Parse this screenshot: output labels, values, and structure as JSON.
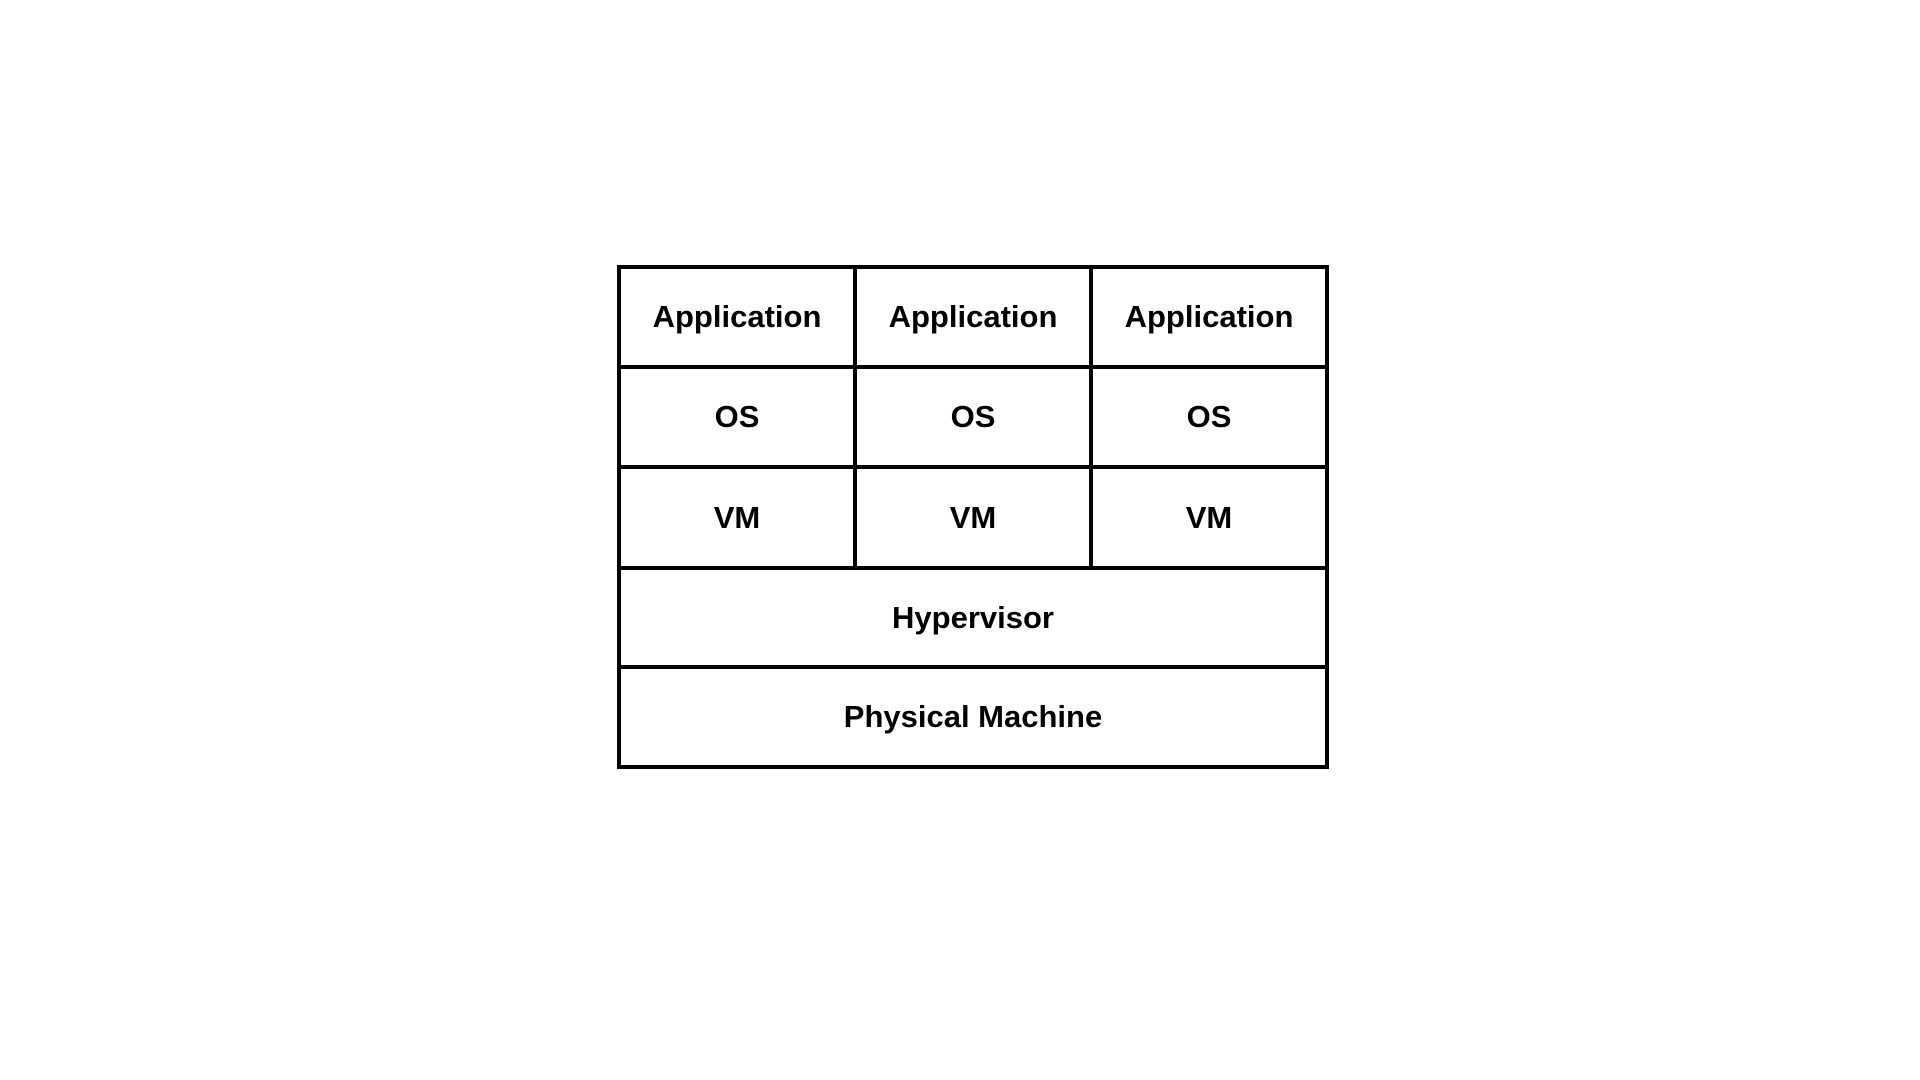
{
  "diagram": {
    "columns": [
      {
        "application": "Application",
        "os": "OS",
        "vm": "VM"
      },
      {
        "application": "Application",
        "os": "OS",
        "vm": "VM"
      },
      {
        "application": "Application",
        "os": "OS",
        "vm": "VM"
      }
    ],
    "hypervisor": "Hypervisor",
    "physical_machine": "Physical Machine"
  },
  "colors": {
    "border": "#000000",
    "background": "#ffffff",
    "text": "#000000"
  }
}
